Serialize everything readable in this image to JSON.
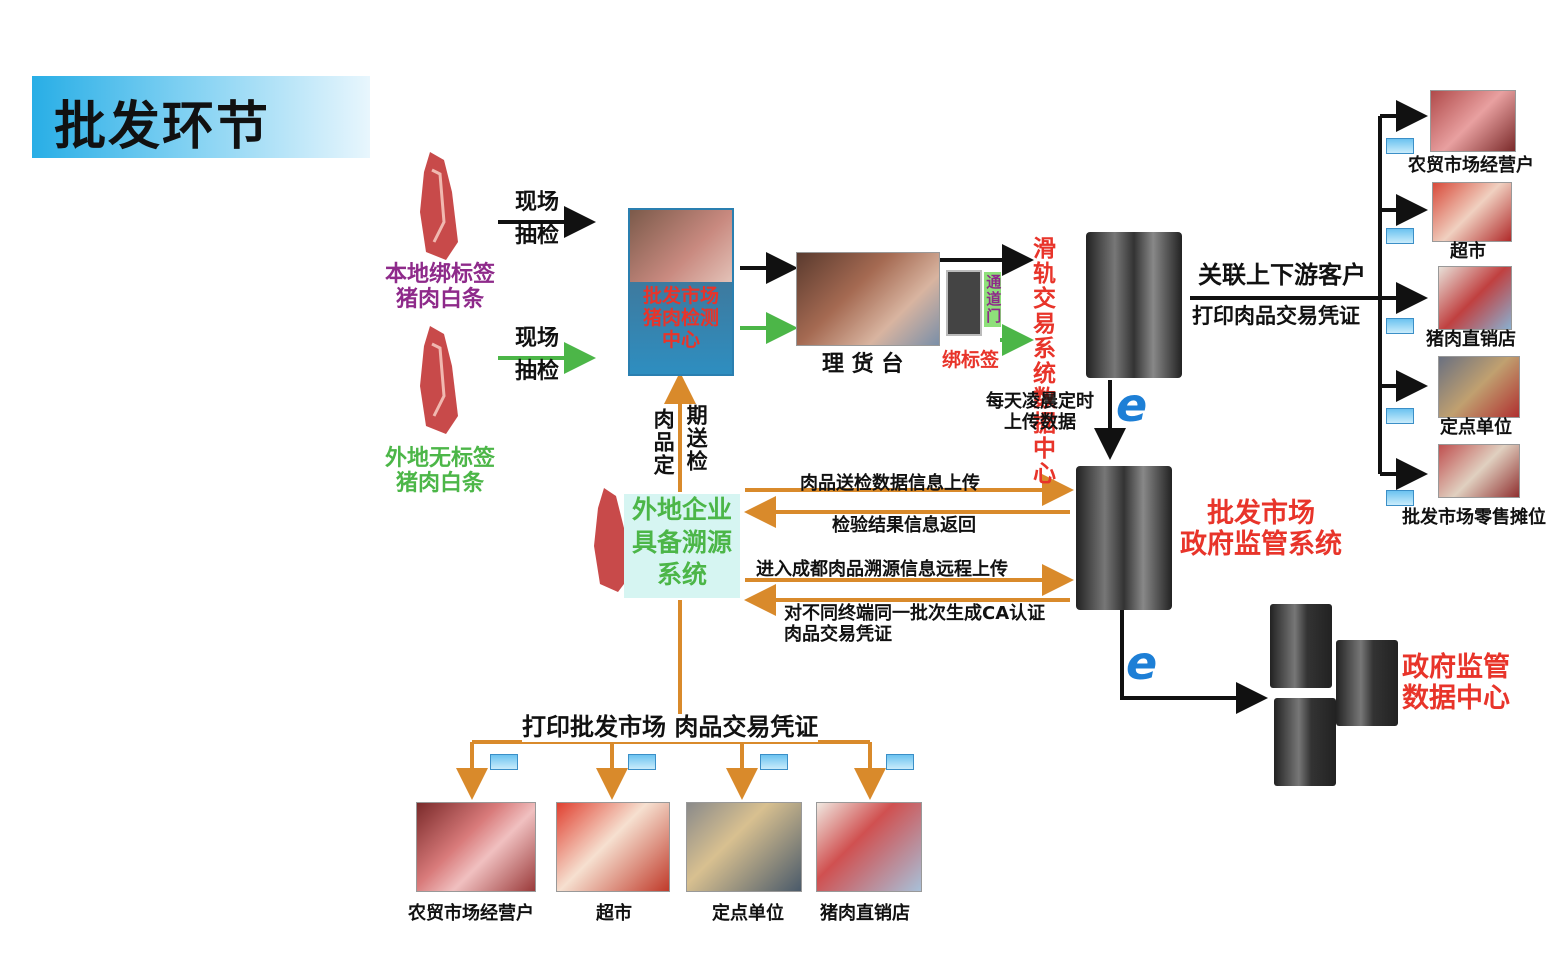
{
  "title": "批发环节",
  "local_pork": {
    "line1": "本地绑标签",
    "line2": "猪肉白条"
  },
  "nonlocal_pork": {
    "line1": "外地无标签",
    "line2": "猪肉白条"
  },
  "spot_check_top": {
    "line1": "现场",
    "line2": "抽检"
  },
  "spot_check_bottom": {
    "line1": "现场",
    "line2": "抽检"
  },
  "monitor_center": {
    "line1": "批发市场",
    "line2": "猪肉检测",
    "line3": "中心"
  },
  "sorting_table": "理 货 台",
  "gate_label": "通道门",
  "tag_label": "绑标签",
  "rail_system": "滑轨交易系统数据中心",
  "link_customers": {
    "line1": "关联上下游客户",
    "line2": "打印肉品交易凭证"
  },
  "downstream_right": [
    "农贸市场经营户",
    "超市",
    "猪肉直销店",
    "定点单位",
    "批发市场零售摊位"
  ],
  "daily_upload": {
    "line1": "每天凌晨定时",
    "line2": "上传数据"
  },
  "gov_system": {
    "line1": "批发市场",
    "line2": "政府监管系统"
  },
  "gov_center": {
    "line1": "政府监管",
    "line2": "数据中心"
  },
  "periodic_check": "期送检",
  "meat_fixed": "肉品定",
  "nonlocal_system": {
    "line1": "外地企业",
    "line2": "具备溯源",
    "line3": "系统"
  },
  "flows": {
    "f1": "肉品送检数据信息上传",
    "f2": "检验结果信息返回",
    "f3": "进入成都肉品溯源信息远程上传",
    "f4_line1": "对不同终端同一批次生成CA认证",
    "f4_line2": "肉品交易凭证"
  },
  "print_voucher": "打印批发市场 肉品交易凭证",
  "downstream_bottom": [
    "农贸市场经营户",
    "超市",
    "定点单位",
    "猪肉直销店"
  ],
  "icons": {
    "browser": "e"
  },
  "colors": {
    "arrow_black": "#111111",
    "arrow_green": "#4cb648",
    "arrow_orange": "#d98a2b",
    "red": "#e8342a",
    "purple": "#8e2a8a"
  }
}
